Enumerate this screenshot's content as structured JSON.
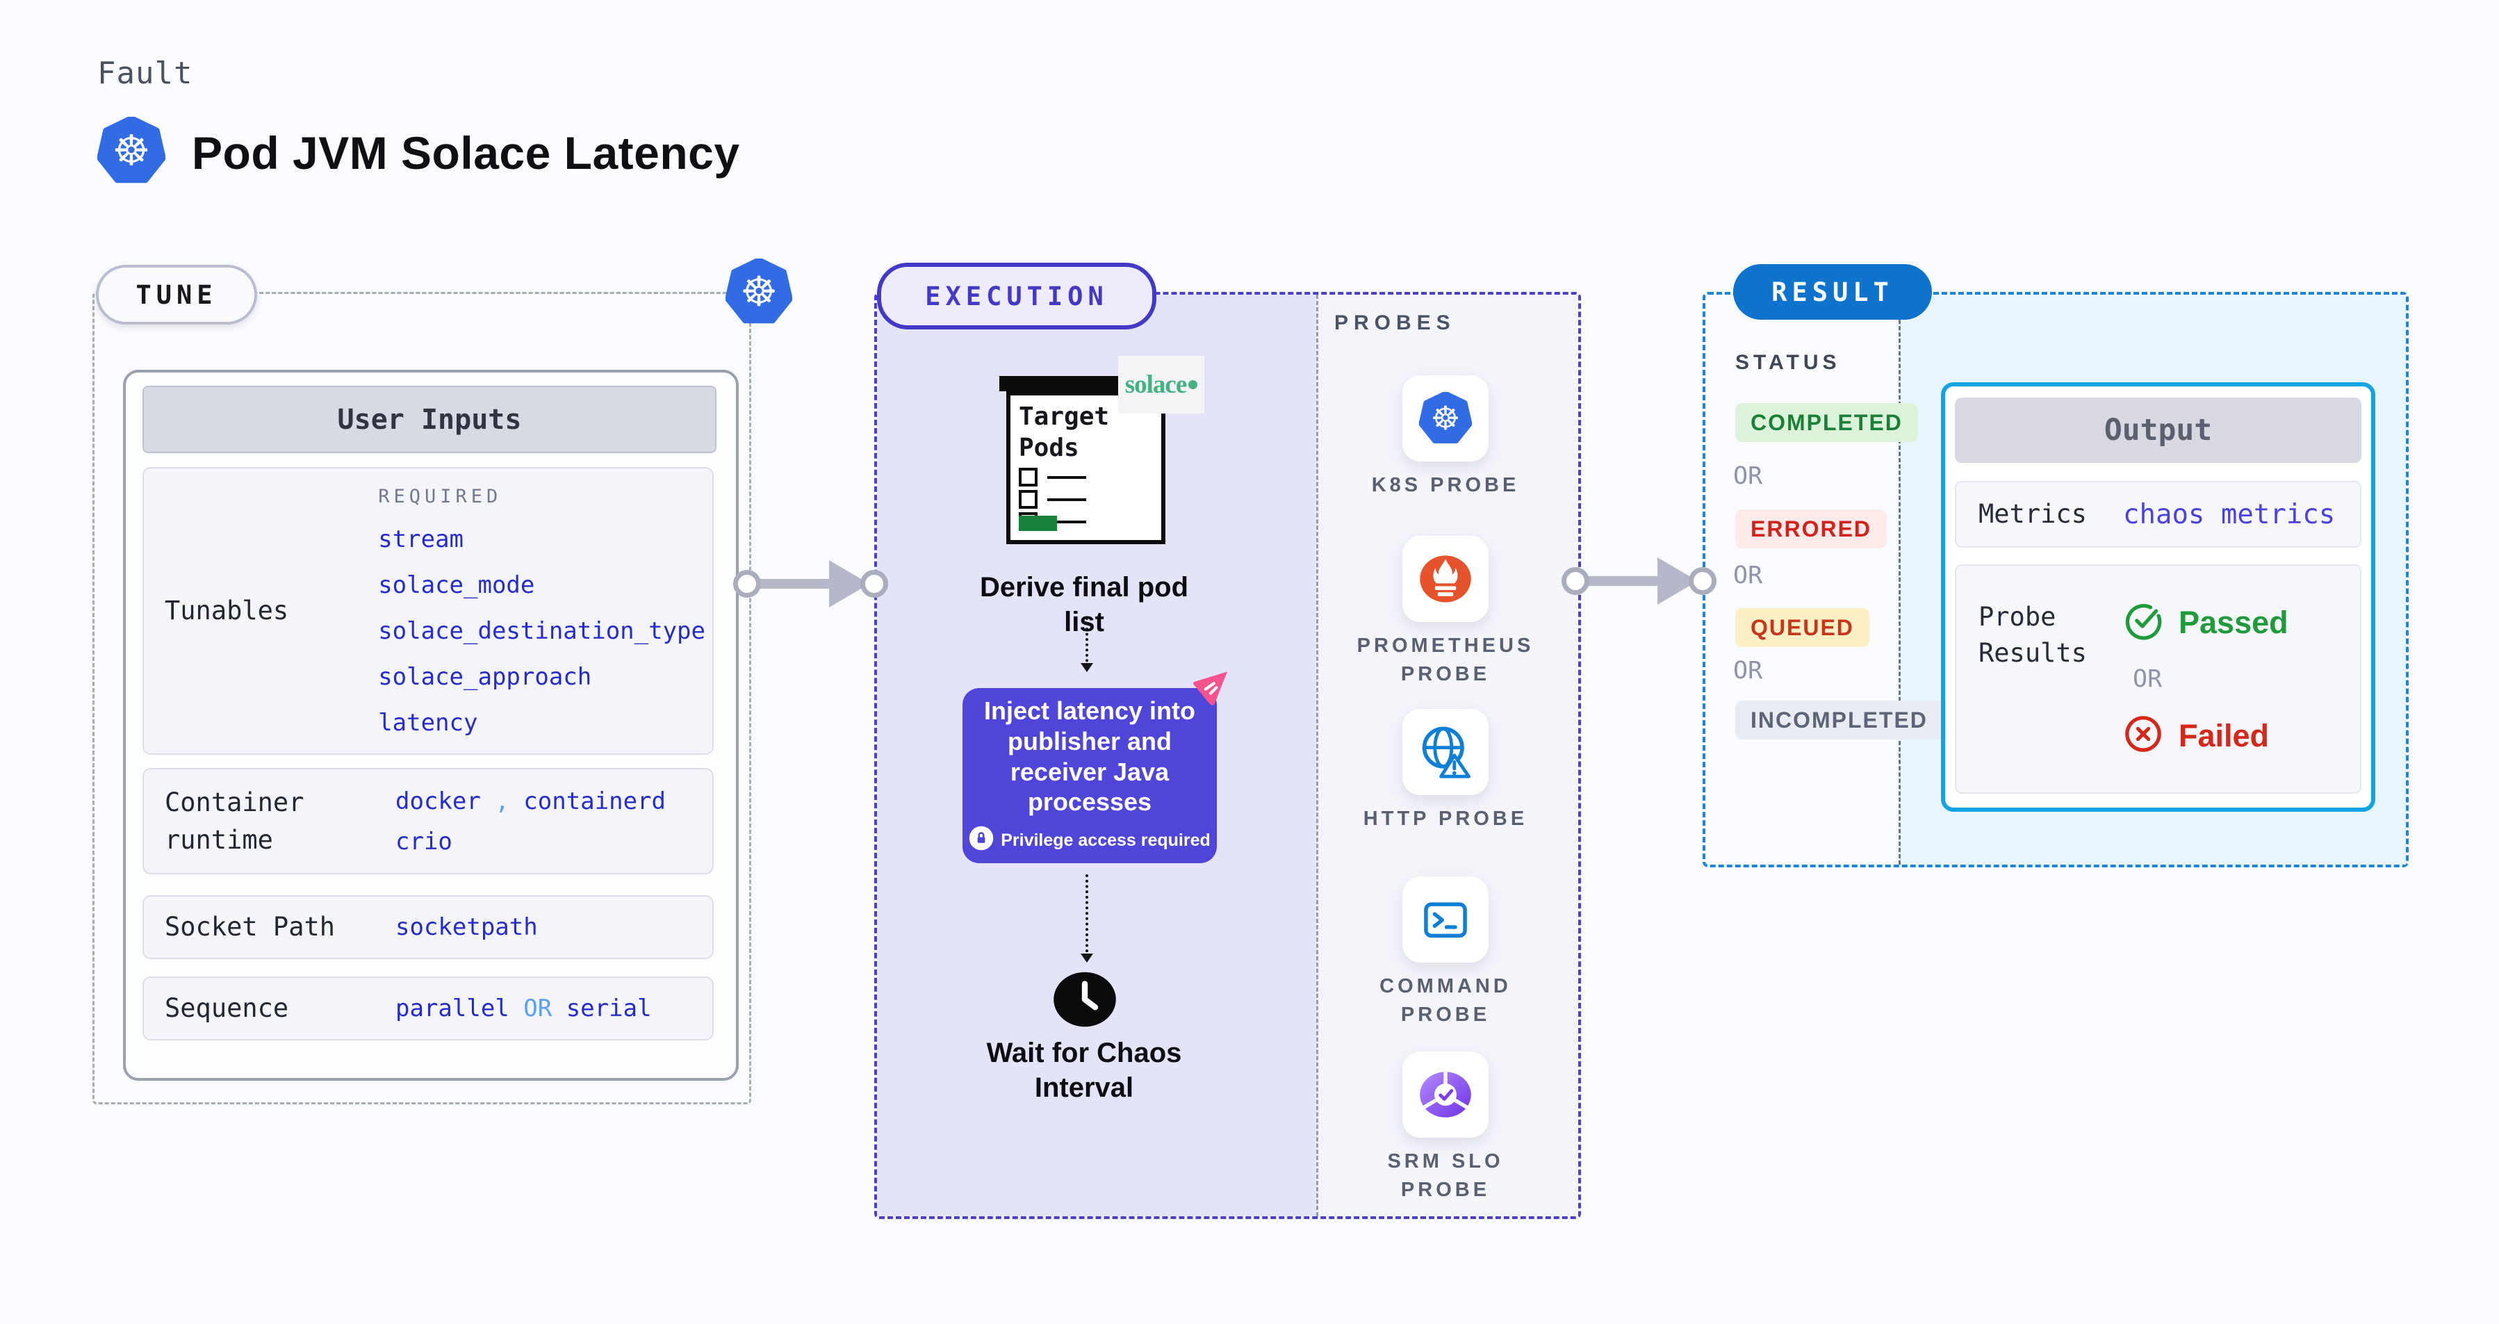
{
  "header": {
    "eyebrow": "Fault",
    "title": "Pod JVM Solace Latency"
  },
  "tune": {
    "badge": "TUNE",
    "user_inputs_title": "User Inputs",
    "required_label": "REQUIRED",
    "rows": {
      "tunables": {
        "label": "Tunables",
        "values": [
          "stream",
          "solace_mode",
          "solace_destination_type",
          "solace_approach",
          "latency"
        ]
      },
      "container_runtime": {
        "label": "Container runtime",
        "value_a": "docker",
        "separator": ",",
        "value_b": "containerd",
        "value_c": "crio"
      },
      "socket_path": {
        "label": "Socket Path",
        "value": "socketpath"
      },
      "sequence": {
        "label": "Sequence",
        "value_a": "parallel",
        "or": "OR",
        "value_b": "serial"
      }
    }
  },
  "execution": {
    "badge": "EXECUTION",
    "target_card": {
      "title": "Target Pods",
      "brand": "solace"
    },
    "derive_step": "Derive final pod list",
    "inject_step": {
      "text": "Inject latency into publisher and receiver Java processes",
      "note": "Privilege access required"
    },
    "wait_step": "Wait for Chaos Interval",
    "probes_label": "PROBES",
    "probes": [
      {
        "label": "K8S PROBE"
      },
      {
        "label": "PROMETHEUS PROBE"
      },
      {
        "label": "HTTP PROBE"
      },
      {
        "label": "COMMAND PROBE"
      },
      {
        "label": "SRM SLO PROBE"
      }
    ]
  },
  "result": {
    "badge": "RESULT",
    "status_label": "STATUS",
    "or_label": "OR",
    "statuses": [
      {
        "label": "COMPLETED",
        "color": "#1a8038",
        "bg": "#dcf3da"
      },
      {
        "label": "ERRORED",
        "color": "#d3211c",
        "bg": "#fcebe9"
      },
      {
        "label": "QUEUED",
        "color": "#c9341d",
        "bg": "#fdf0c5"
      },
      {
        "label": "INCOMPLETED",
        "color": "#5d6477",
        "bg": "#e9ebf3"
      }
    ],
    "output": {
      "title": "Output",
      "metrics_label": "Metrics",
      "metrics_value": "chaos metrics",
      "probe_results_label": "Probe Results",
      "passed_label": "Passed",
      "failed_label": "Failed"
    }
  },
  "colors": {
    "accent_indigo": "#4338c8",
    "accent_blue": "#0e73cd",
    "accent_cyan": "#12a3e2",
    "value_blue": "#262bd0",
    "passed_green": "#1f9b3c",
    "failed_red": "#d7271b",
    "inject_purple": "#5045d9",
    "k8s_blue": "#326ce5",
    "prometheus_orange": "#e6522c",
    "solace_green": "#46b183"
  }
}
